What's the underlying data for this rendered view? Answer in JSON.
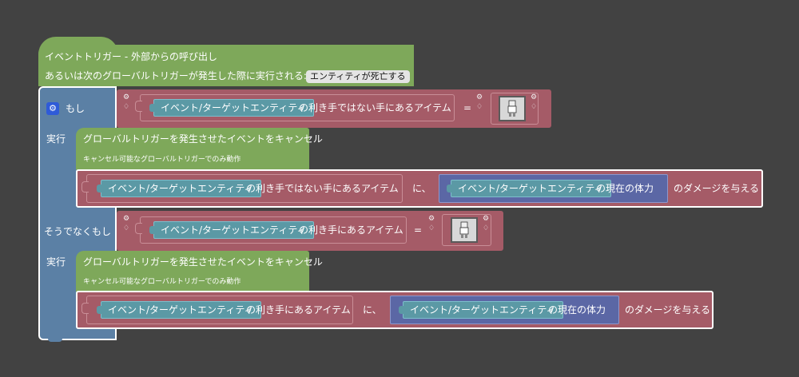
{
  "event": {
    "title": "イベントトリガー - 外部からの呼び出し",
    "subtitle": "あるいは次のグローバルトリガーが発生した際に実行される:",
    "trigger_value": "エンティティが死亡する"
  },
  "if_block": {
    "if_label": "もし",
    "do_label": "実行",
    "else_if_label": "そうでなくもし",
    "do_label_2": "実行",
    "gear_icon": "gear-icon"
  },
  "condition1": {
    "entity": "イベント/ターゲットエンティティ",
    "property": "の利き手ではない手にあるアイテム",
    "operator": "="
  },
  "condition2": {
    "entity": "イベント/ターゲットエンティティ",
    "property": "の利き手にあるアイテム",
    "operator": "="
  },
  "action1": {
    "cancel_title": "グローバルトリガーを発生させたイベントをキャンセル",
    "cancel_note": "キャンセル可能なグローバルトリガーでのみ動作",
    "entity": "イベント/ターゲットエンティティ",
    "item_text": "の利き手ではない手にあるアイテム",
    "to_text": "に、",
    "entity2": "イベント/ターゲットエンティティ",
    "health_text": "の現在の体力",
    "damage_text": "のダメージを与える"
  },
  "action2": {
    "cancel_title": "グローバルトリガーを発生させたイベントをキャンセル",
    "cancel_note": "キャンセル可能なグローバルトリガーでのみ動作",
    "entity": "イベント/ターゲットエンティティ",
    "item_text": "の利き手にあるアイテム",
    "to_text": "に、",
    "entity2": "イベント/ターゲットエンティティ",
    "health_text": "の現在の体力",
    "damage_text": "のダメージを与える"
  },
  "colors": {
    "background": "#424242",
    "event_green": "#7ea85a",
    "logic_blue": "#5b80a5",
    "compare_red": "#a55b67",
    "entity_teal": "#5b99a5",
    "math_navy": "#5b67a5"
  }
}
